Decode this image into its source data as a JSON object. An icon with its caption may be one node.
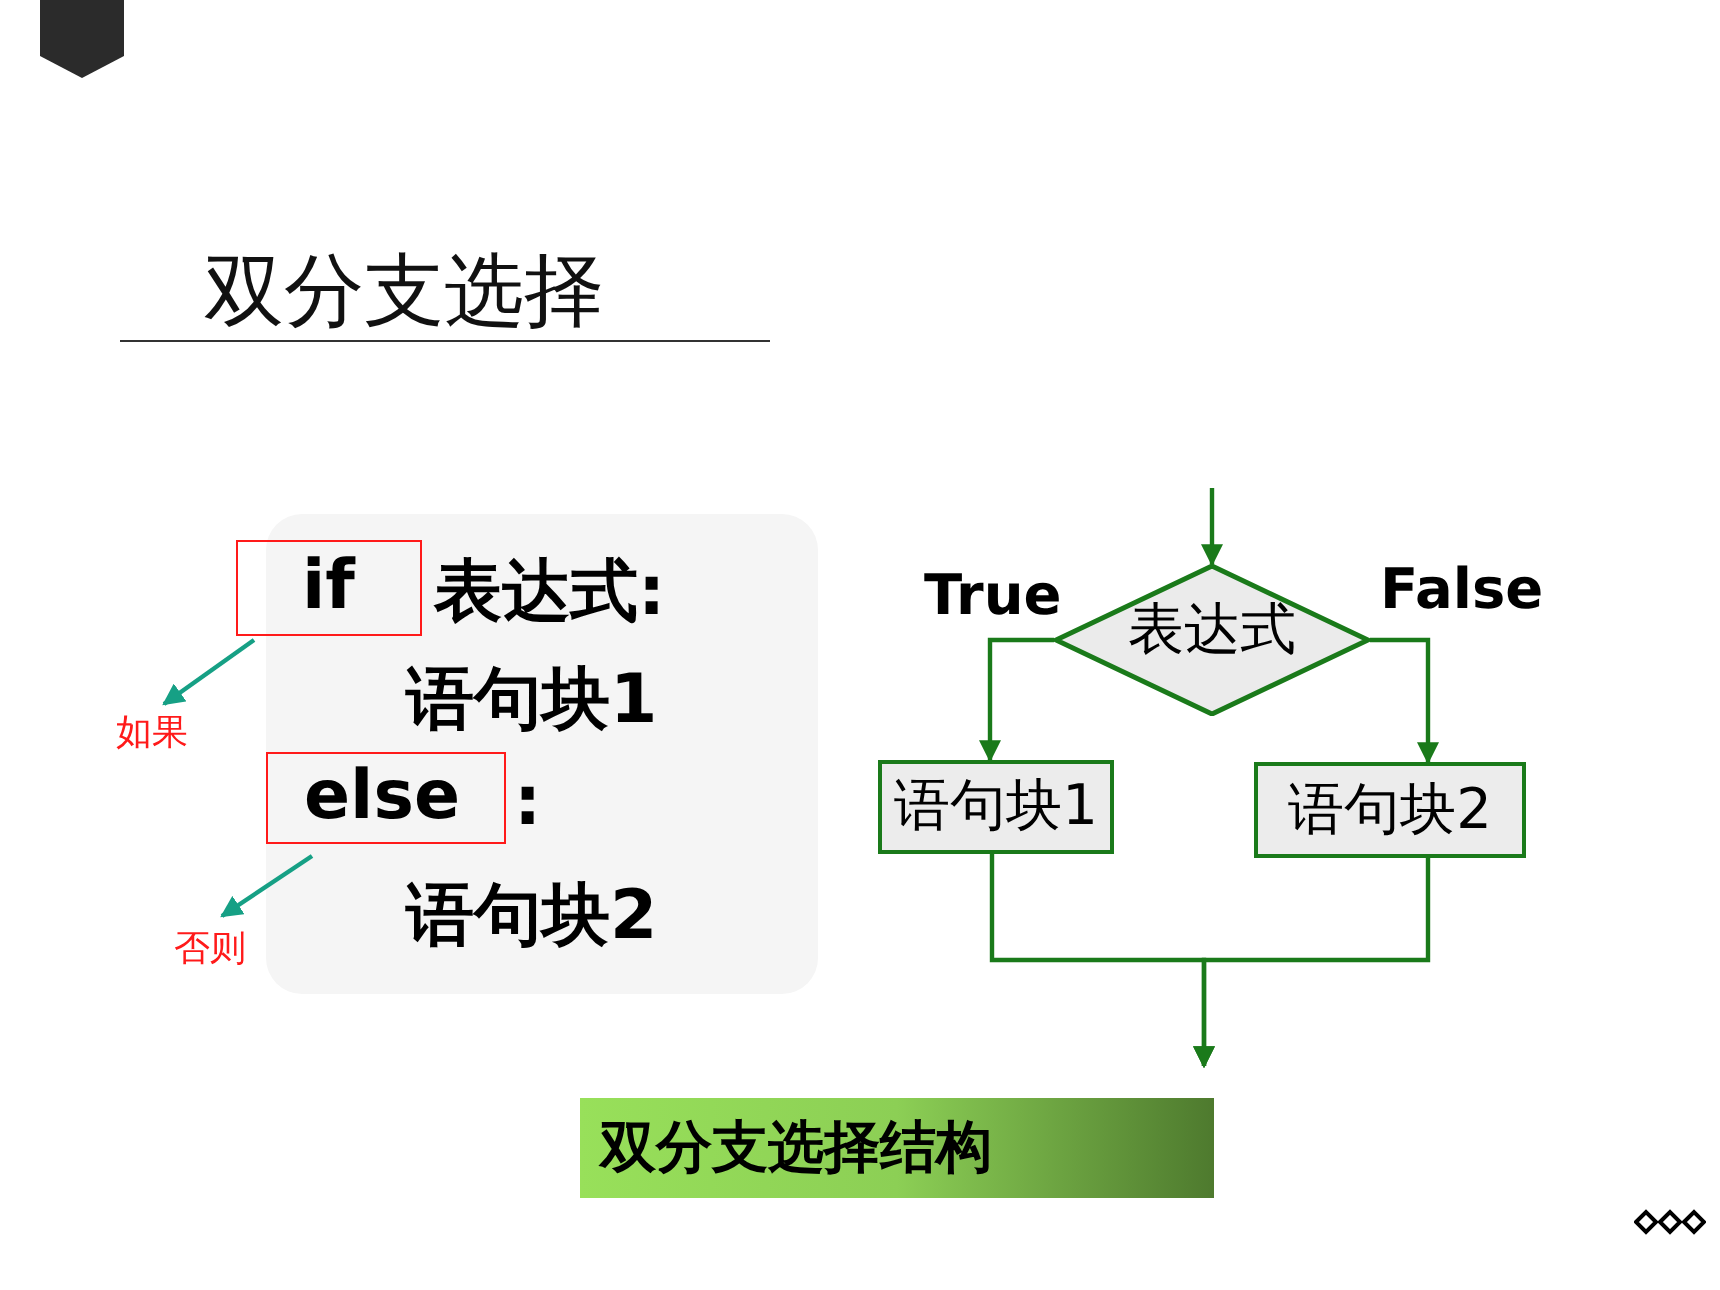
{
  "diagram": {
    "title": "双分支选择",
    "nodes": [
      {
        "text": [
          "表达式:",
          "语句块1",
          ":",
          "语句块2"
        ]
      },
      {
        "text": [
          "if"
        ]
      },
      {
        "text": [
          "else"
        ],
        "in": 0
      },
      {
        "text": [
          "如果"
        ]
      },
      {
        "text": [
          "否则"
        ]
      },
      {
        "text": [
          "表达式"
        ]
      },
      {
        "text": [
          "语句块1"
        ]
      },
      {
        "text": [
          "语句块2"
        ]
      },
      {
        "text": [
          "双分支选择结构"
        ]
      }
    ],
    "edges": [
      {
        "from": 1,
        "to": 3,
        "arrow": "to",
        "color": "#16a085"
      },
      {
        "from": 2,
        "to": 4,
        "arrow": "to",
        "color": "#16a085"
      },
      {
        "from": null,
        "to": 5,
        "arrow": "to"
      },
      {
        "from": 5,
        "to": 6,
        "arrow": "to",
        "label": "True"
      },
      {
        "from": 5,
        "to": 7,
        "arrow": "to",
        "label": "False"
      },
      {
        "from": 6,
        "to": 8,
        "arrow": "to"
      },
      {
        "from": 7,
        "to": 8,
        "arrow": "to"
      }
    ]
  }
}
